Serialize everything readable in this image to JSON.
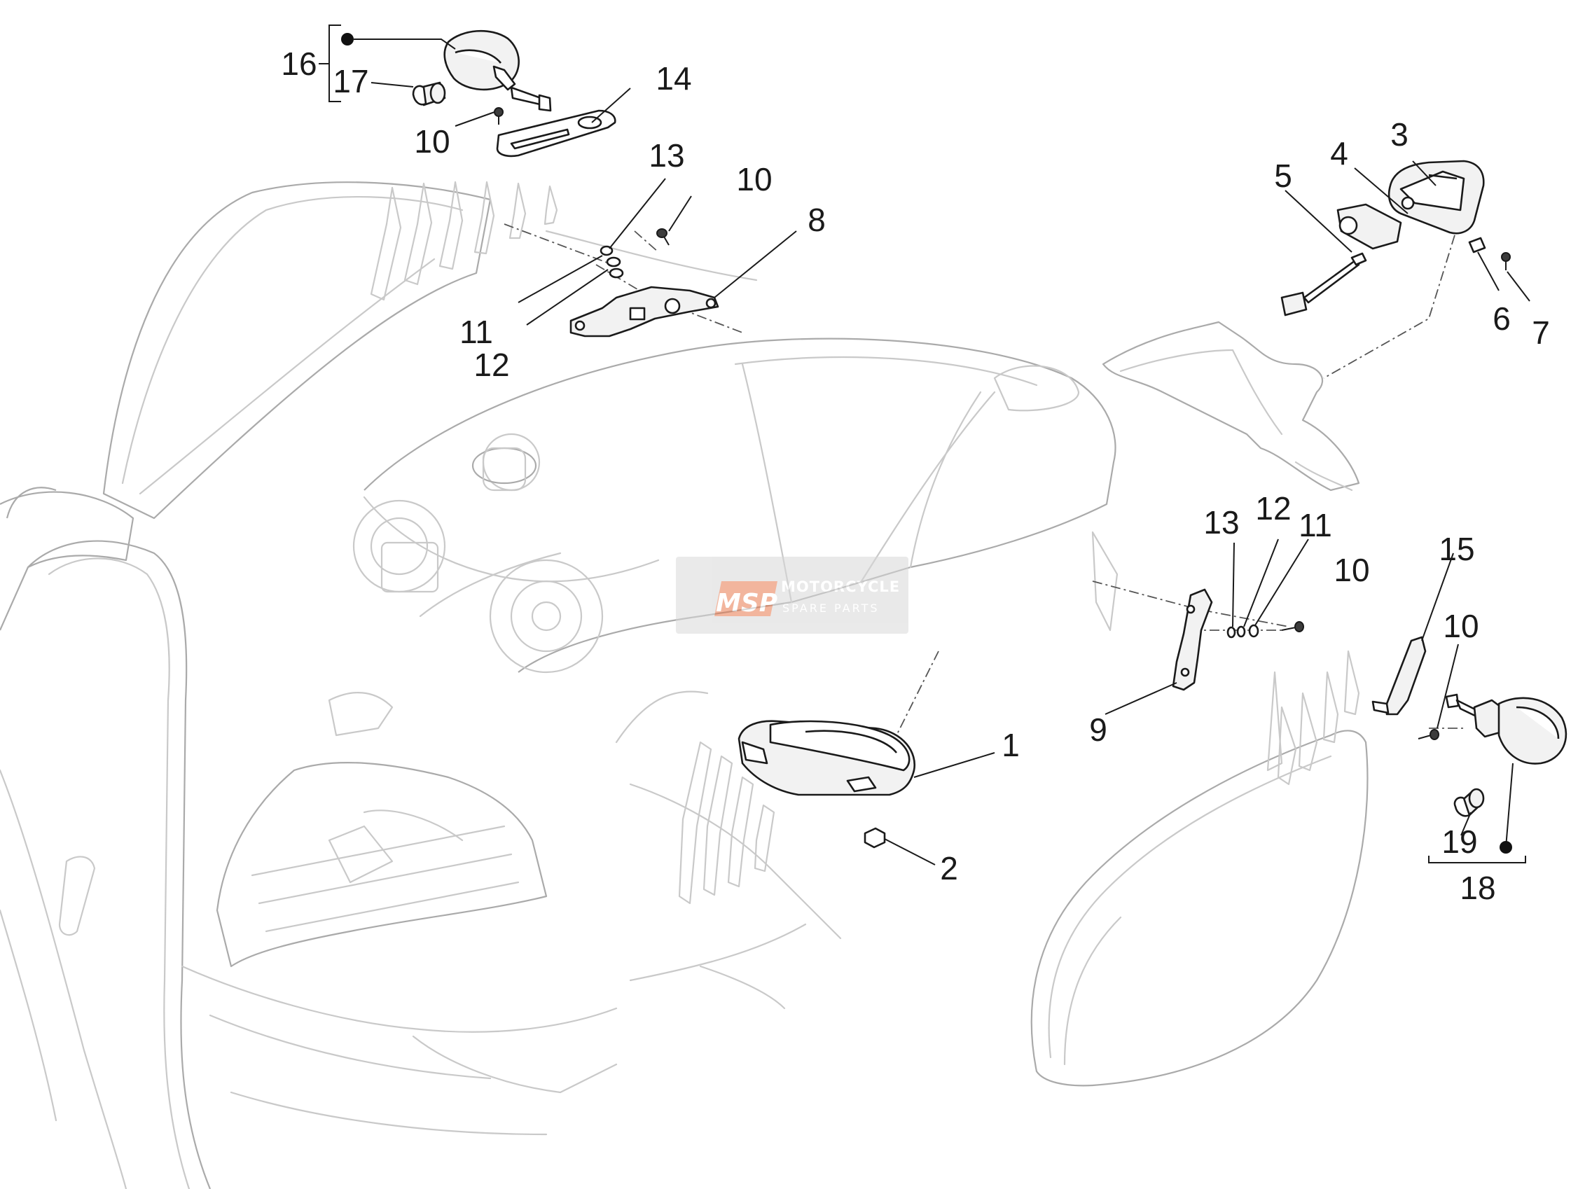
{
  "callouts": {
    "c1": "1",
    "c2": "2",
    "c3": "3",
    "c4": "4",
    "c5": "5",
    "c6": "6",
    "c7": "7",
    "c8": "8",
    "c9": "9",
    "c10a": "10",
    "c10b": "10",
    "c10c": "10",
    "c10d": "10",
    "c11a": "11",
    "c11b": "11",
    "c12a": "12",
    "c12b": "12",
    "c13a": "13",
    "c13b": "13",
    "c14": "14",
    "c15": "15",
    "c16": "16",
    "c17": "17",
    "c18": "18",
    "c19": "19"
  },
  "watermark": {
    "logo": "MSP",
    "line1": "MOTORCYCLE",
    "line2": "SPARE PARTS",
    "color": "#e8794e"
  }
}
